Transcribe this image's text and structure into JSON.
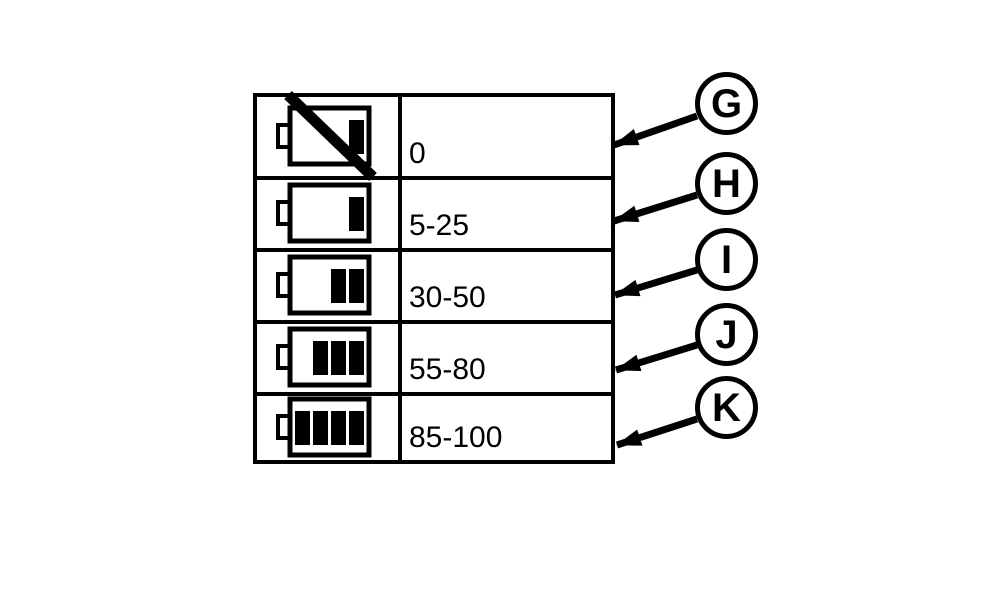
{
  "colors": {
    "foreground": "#000000",
    "background": "#ffffff"
  },
  "legend": {
    "rows": [
      {
        "range_label": "0",
        "battery": {
          "bars": 1,
          "crossed": true,
          "icon_name": "battery-zero-crossed-icon"
        }
      },
      {
        "range_label": "5-25",
        "battery": {
          "bars": 1,
          "crossed": false,
          "icon_name": "battery-level-1-icon"
        }
      },
      {
        "range_label": "30-50",
        "battery": {
          "bars": 2,
          "crossed": false,
          "icon_name": "battery-level-2-icon"
        }
      },
      {
        "range_label": "55-80",
        "battery": {
          "bars": 3,
          "crossed": false,
          "icon_name": "battery-level-3-icon"
        }
      },
      {
        "range_label": "85-100",
        "battery": {
          "bars": 4,
          "crossed": false,
          "icon_name": "battery-level-4-icon"
        }
      }
    ]
  },
  "callouts": [
    {
      "letter": "G"
    },
    {
      "letter": "H"
    },
    {
      "letter": "I"
    },
    {
      "letter": "J"
    },
    {
      "letter": "K"
    }
  ]
}
